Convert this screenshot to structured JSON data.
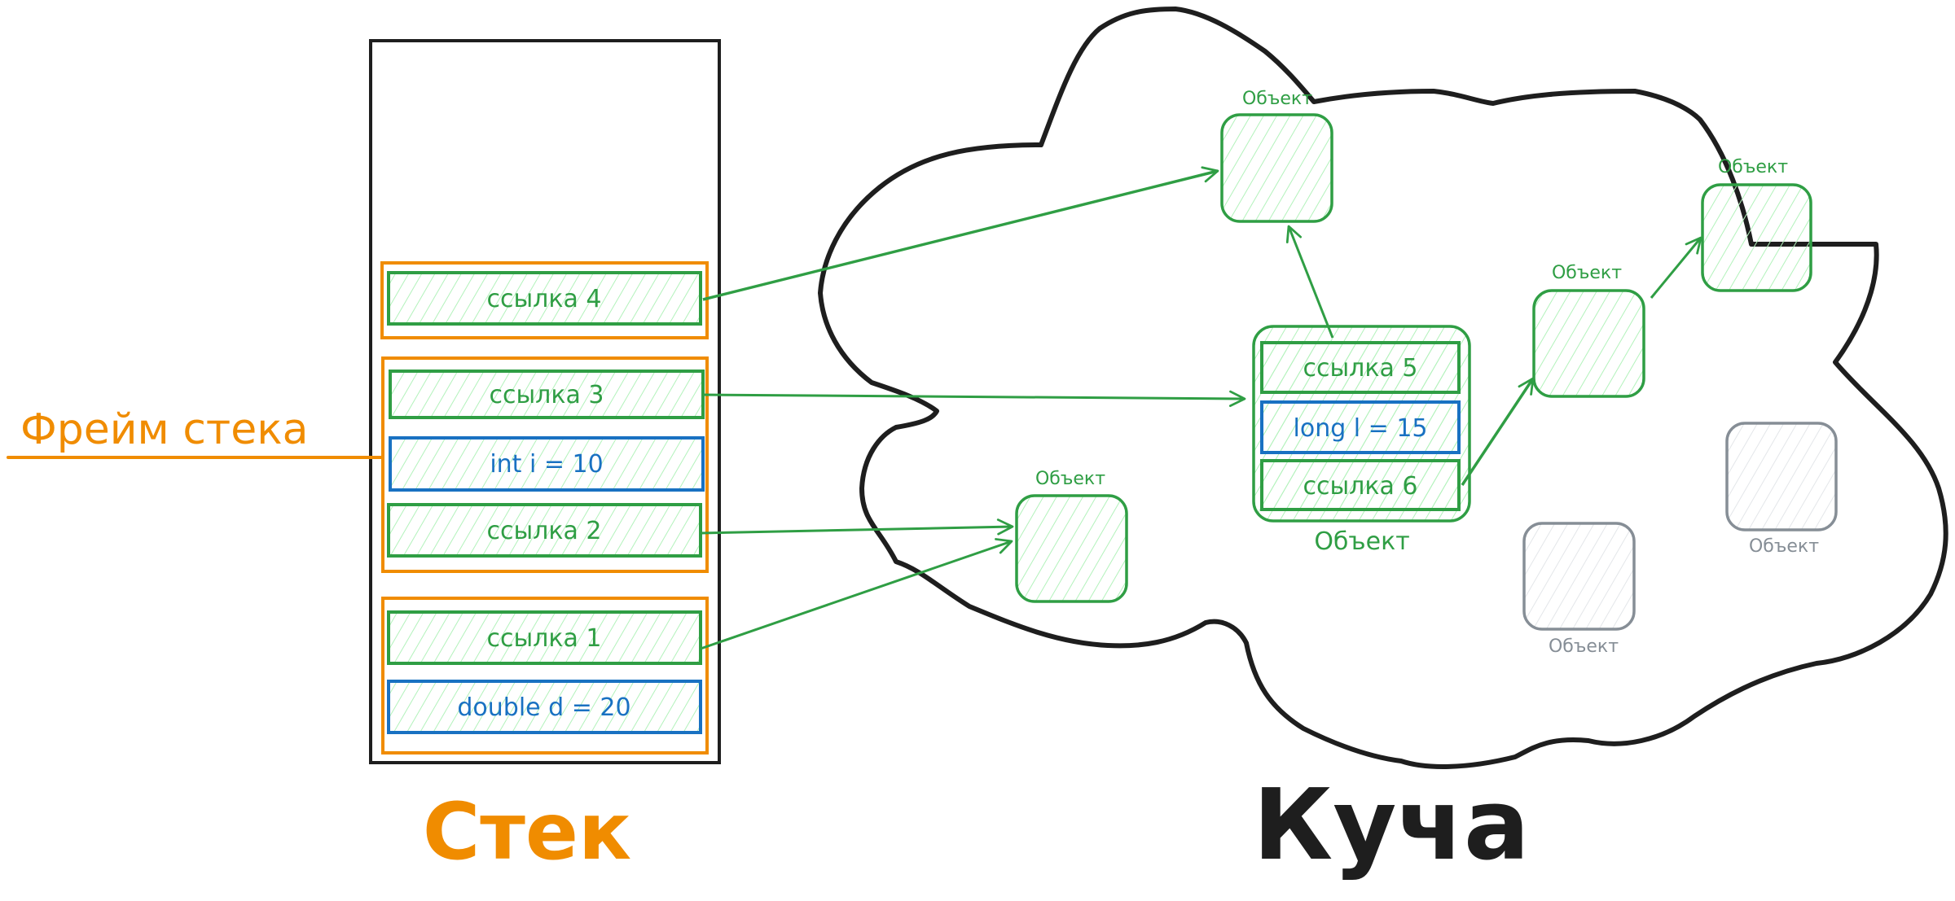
{
  "colors": {
    "reference": "#2f9e44",
    "primitive": "#1971c2",
    "frame": "#f08c00",
    "outline": "#1e1e1e",
    "hatch": "#b2f2bb",
    "unreachable": "#868e96",
    "unreachable_hatch": "#dee2e6"
  },
  "stack": {
    "title": "Стек",
    "frame_label": "Фрейм стека",
    "frames": [
      {
        "slots": [
          {
            "id": "ref4",
            "kind": "reference",
            "label": "ссылка 4"
          }
        ]
      },
      {
        "slots": [
          {
            "id": "ref3",
            "kind": "reference",
            "label": "ссылка 3"
          },
          {
            "id": "int_i",
            "kind": "primitive",
            "label": "int i = 10"
          },
          {
            "id": "ref2",
            "kind": "reference",
            "label": "ссылка 2"
          }
        ]
      },
      {
        "slots": [
          {
            "id": "ref1",
            "kind": "reference",
            "label": "ссылка 1"
          },
          {
            "id": "double_d",
            "kind": "primitive",
            "label": "double d = 20"
          }
        ]
      }
    ]
  },
  "heap": {
    "title": "Куча",
    "objects": [
      {
        "id": "objA",
        "label": "Объект",
        "reachable": true
      },
      {
        "id": "objB",
        "label": "Объект",
        "reachable": true,
        "fields": [
          {
            "id": "ref5",
            "kind": "reference",
            "label": "ссылка 5"
          },
          {
            "id": "long_l",
            "kind": "primitive",
            "label": "long l = 15"
          },
          {
            "id": "ref6",
            "kind": "reference",
            "label": "ссылка 6"
          }
        ]
      },
      {
        "id": "objC",
        "label": "Объект",
        "reachable": true
      },
      {
        "id": "objD",
        "label": "Объект",
        "reachable": true
      },
      {
        "id": "objE",
        "label": "Объект",
        "reachable": true
      },
      {
        "id": "objG1",
        "label": "Объект",
        "reachable": false
      },
      {
        "id": "objG2",
        "label": "Объект",
        "reachable": false
      }
    ]
  },
  "references": [
    {
      "from": "ref4",
      "to": "objA"
    },
    {
      "from": "ref3",
      "to": "objB"
    },
    {
      "from": "ref2",
      "to": "objE"
    },
    {
      "from": "ref1",
      "to": "objE"
    },
    {
      "from": "ref5",
      "to": "objA"
    },
    {
      "from": "ref6",
      "to": "objC"
    },
    {
      "from": "objC",
      "to": "objD"
    }
  ]
}
